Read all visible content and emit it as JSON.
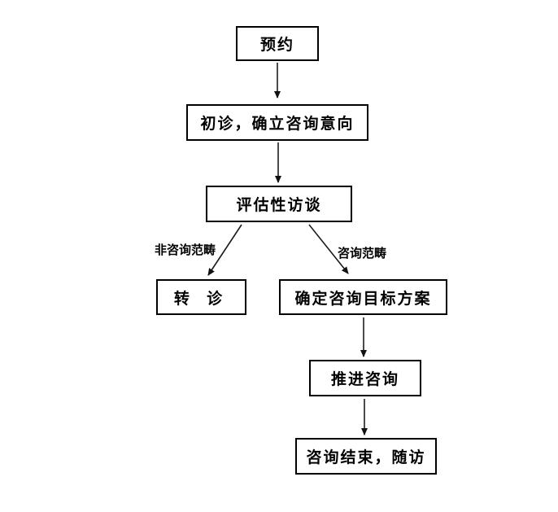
{
  "flowchart": {
    "nodes": {
      "appointment": "预约",
      "initial_visit": "初诊，确立咨询意向",
      "interview": "评估性访谈",
      "referral": "转 诊",
      "plan": "确定咨询目标方案",
      "advance": "推进咨询",
      "end_followup": "咨询结束，随访"
    },
    "branch_labels": {
      "non_counseling": "非咨询范畴",
      "counseling": "咨询范畴"
    },
    "colors": {
      "box_border": "#000000",
      "text": "#000000",
      "arrow_line": "#4a4a4a",
      "arrow_head": "#111111",
      "background": "#ffffff"
    }
  }
}
